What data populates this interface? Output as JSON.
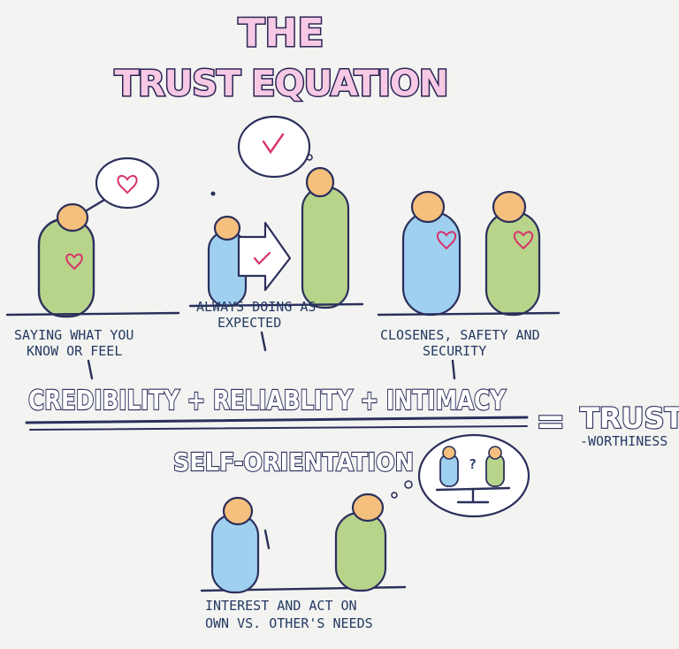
{
  "title": {
    "line1": "THE",
    "line2": "TRUST EQUATION"
  },
  "captions": {
    "credibility": [
      "SAYING WHAT YOU",
      "KNOW OR FEEL"
    ],
    "reliability": [
      "ALWAYS DOING AS",
      "EXPECTED"
    ],
    "intimacy": [
      "CLOSENES, SAFETY AND",
      "SECURITY"
    ],
    "self_orientation": [
      "INTEREST AND ACT ON",
      "OWN VS. OTHER'S NEEDS"
    ]
  },
  "equation": {
    "numerator": "CREDIBILITY + RELIABLITY + INTIMACY",
    "denominator": "SELF-ORIENTATION",
    "equals": "=",
    "result": "TRUST",
    "result_sub": "-WORTHINESS",
    "thought_mark": "?"
  },
  "colors": {
    "ink": "#2b2f5c",
    "green_figure": "#b7d48a",
    "blue_figure": "#9fd0ef",
    "head": "#f5bf7d",
    "heart": "#d8336a",
    "title_fill": "#f7c9e4"
  }
}
